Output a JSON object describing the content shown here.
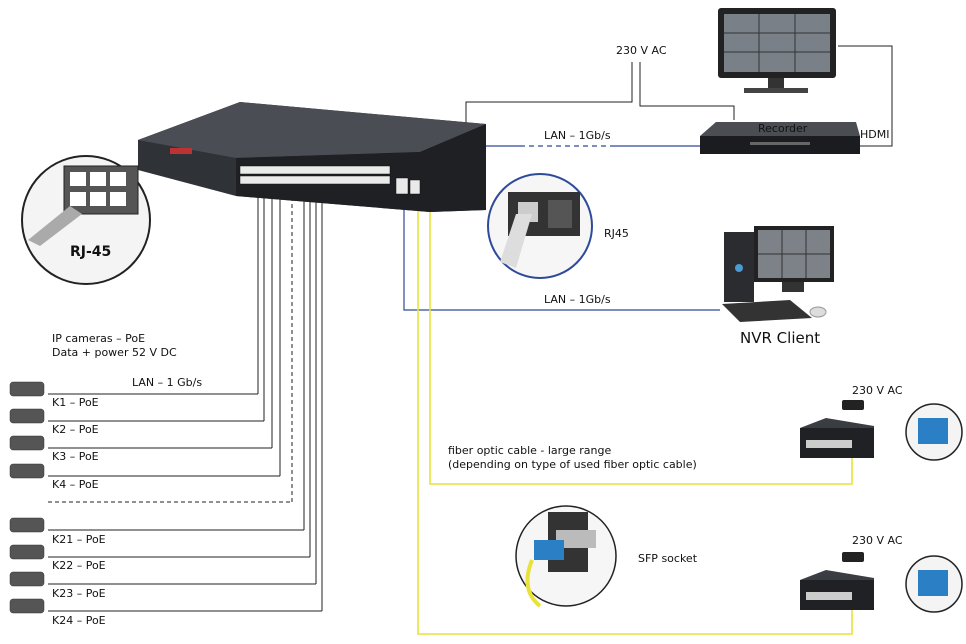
{
  "power": {
    "top_label": "230 V AC",
    "sw1_label": "230 V AC",
    "sw2_label": "230 V AC"
  },
  "devices": {
    "recorder": "Recorder",
    "hdmi": "HDMI",
    "nvr_client": "NVR Client"
  },
  "links": {
    "lan_recorder": "LAN – 1Gb/s",
    "lan_client": "LAN – 1Gb/s",
    "lan_cameras": "LAN – 1 Gb/s"
  },
  "connectors": {
    "rj45_big": "RJ-45",
    "rj45_small": "RJ45",
    "sfp_socket": "SFP socket"
  },
  "ip_cameras": {
    "line1": "IP cameras – PoE",
    "line2": "Data + power 52 V DC"
  },
  "fiber": {
    "line1": "fiber optic cable - large range",
    "line2": "(depending on type of used fiber optic cable)"
  },
  "cameras": [
    {
      "label": "K1 – PoE"
    },
    {
      "label": "K2 – PoE"
    },
    {
      "label": "K3 – PoE"
    },
    {
      "label": "K4 – PoE"
    },
    {
      "label": "K21 – PoE"
    },
    {
      "label": "K22 – PoE"
    },
    {
      "label": "K23 – PoE"
    },
    {
      "label": "K24 – PoE"
    }
  ],
  "colors": {
    "lan_line": "#2e4a9a",
    "fiber_line": "#e8e23a",
    "dark_line": "#222222",
    "switch_body": "#3a3d42"
  }
}
